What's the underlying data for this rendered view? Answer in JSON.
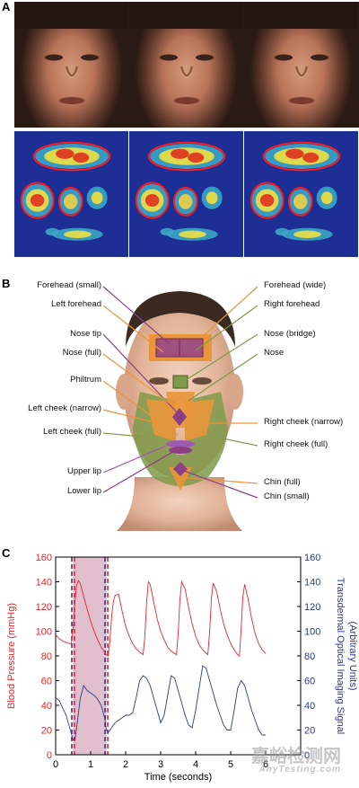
{
  "panels": {
    "a": "A",
    "b": "B",
    "c": "C"
  },
  "face_labels_left": [
    {
      "id": "forehead-small",
      "text": "Forehead (small)"
    },
    {
      "id": "left-forehead",
      "text": "Left forehead"
    },
    {
      "id": "nose-tip",
      "text": "Nose tip"
    },
    {
      "id": "nose-full",
      "text": "Nose (full)"
    },
    {
      "id": "philtrum",
      "text": "Philtrum"
    },
    {
      "id": "left-cheek-narrow",
      "text": "Left cheek (narrow)"
    },
    {
      "id": "left-cheek-full",
      "text": "Left cheek (full)"
    },
    {
      "id": "upper-lip",
      "text": "Upper lip"
    },
    {
      "id": "lower-lip",
      "text": "Lower lip"
    }
  ],
  "face_labels_right": [
    {
      "id": "forehead-wide",
      "text": "Forehead (wide)"
    },
    {
      "id": "right-forehead",
      "text": "Right forehead"
    },
    {
      "id": "nose-bridge",
      "text": "Nose (bridge)"
    },
    {
      "id": "nose",
      "text": "Nose"
    },
    {
      "id": "right-cheek-narrow",
      "text": "Right cheek (narrow)"
    },
    {
      "id": "right-cheek-full",
      "text": "Right cheek (full)"
    },
    {
      "id": "chin-full",
      "text": "Chin (full)"
    },
    {
      "id": "chin-small",
      "text": "Chin (small)"
    }
  ],
  "colors": {
    "bp": "#e8262b",
    "toi": "#2b3a8f",
    "highlight": "#c98ba3",
    "heat_bg": "#1d2f94",
    "purple": "#8b3f86",
    "orange": "#e9953a",
    "green": "#7f9a4a"
  },
  "chart_data": {
    "type": "line",
    "xlabel": "Time (seconds)",
    "ylabel_left": "Blood Pressure (mmHg)",
    "ylabel_right_1": "Transdermal Optical Imaging Signal",
    "ylabel_right_2": "(Arbitrary Units)",
    "xlim": [
      0,
      7
    ],
    "ylim_left": [
      0,
      160
    ],
    "ylim_right": [
      0,
      160
    ],
    "x_ticks": [
      "0",
      "1",
      "2",
      "3",
      "4",
      "5",
      "6"
    ],
    "y_ticks_left": [
      "0",
      "20",
      "40",
      "60",
      "80",
      "100",
      "120",
      "140",
      "160"
    ],
    "y_ticks_right": [
      "0",
      "20",
      "40",
      "60",
      "80",
      "100",
      "120",
      "140",
      "160"
    ],
    "highlight_x": [
      0.5,
      1.45
    ],
    "series": [
      {
        "axis": "left",
        "x": [
          0.0,
          0.1,
          0.2,
          0.3,
          0.4,
          0.45,
          0.5,
          0.55,
          0.6,
          0.65,
          0.7,
          0.8,
          0.9,
          1.0,
          1.1,
          1.2,
          1.3,
          1.4,
          1.45,
          1.5,
          1.55,
          1.6,
          1.65,
          1.7,
          1.8,
          1.9,
          2.0,
          2.1,
          2.2,
          2.3,
          2.4,
          2.5,
          2.55,
          2.6,
          2.65,
          2.7,
          2.8,
          2.9,
          3.0,
          3.1,
          3.2,
          3.3,
          3.4,
          3.45,
          3.5,
          3.55,
          3.6,
          3.7,
          3.8,
          3.9,
          4.0,
          4.1,
          4.2,
          4.3,
          4.35,
          4.4,
          4.45,
          4.5,
          4.6,
          4.7,
          4.8,
          4.9,
          5.0,
          5.1,
          5.2,
          5.25,
          5.3,
          5.35,
          5.4,
          5.5,
          5.6,
          5.7,
          5.8,
          5.9,
          6.0
        ],
        "y": [
          97,
          94,
          92,
          91,
          90,
          90,
          104,
          124,
          137,
          141,
          139,
          128,
          118,
          108,
          100,
          93,
          87,
          83,
          81,
          80,
          92,
          112,
          124,
          129,
          130,
          116,
          104,
          96,
          90,
          86,
          83,
          81,
          96,
          124,
          140,
          138,
          124,
          110,
          100,
          93,
          87,
          84,
          82,
          81,
          98,
          125,
          140,
          134,
          119,
          106,
          96,
          89,
          85,
          82,
          81,
          100,
          127,
          139,
          132,
          118,
          106,
          97,
          90,
          85,
          81,
          80,
          102,
          128,
          138,
          126,
          110,
          98,
          90,
          85,
          82
        ]
      },
      {
        "axis": "right",
        "x": [
          0.0,
          0.1,
          0.2,
          0.3,
          0.4,
          0.5,
          0.55,
          0.6,
          0.7,
          0.8,
          0.9,
          1.0,
          1.1,
          1.2,
          1.3,
          1.4,
          1.45,
          1.5,
          1.6,
          1.7,
          1.8,
          1.9,
          2.0,
          2.1,
          2.2,
          2.3,
          2.4,
          2.5,
          2.6,
          2.7,
          2.8,
          2.9,
          3.0,
          3.1,
          3.2,
          3.3,
          3.4,
          3.5,
          3.6,
          3.7,
          3.8,
          3.9,
          4.0,
          4.1,
          4.2,
          4.3,
          4.4,
          4.5,
          4.6,
          4.7,
          4.8,
          4.9,
          5.0,
          5.1,
          5.2,
          5.3,
          5.4,
          5.5,
          5.6,
          5.7,
          5.8,
          5.9,
          6.0
        ],
        "y": [
          46,
          44,
          38,
          32,
          22,
          12,
          12,
          22,
          45,
          56,
          52,
          50,
          48,
          45,
          40,
          30,
          20,
          18,
          22,
          26,
          28,
          30,
          32,
          32,
          34,
          46,
          60,
          64,
          62,
          56,
          46,
          36,
          26,
          32,
          48,
          64,
          62,
          52,
          42,
          32,
          24,
          22,
          36,
          54,
          72,
          70,
          60,
          50,
          40,
          32,
          24,
          20,
          20,
          36,
          54,
          60,
          56,
          46,
          36,
          28,
          20,
          16,
          16
        ]
      }
    ]
  }
}
